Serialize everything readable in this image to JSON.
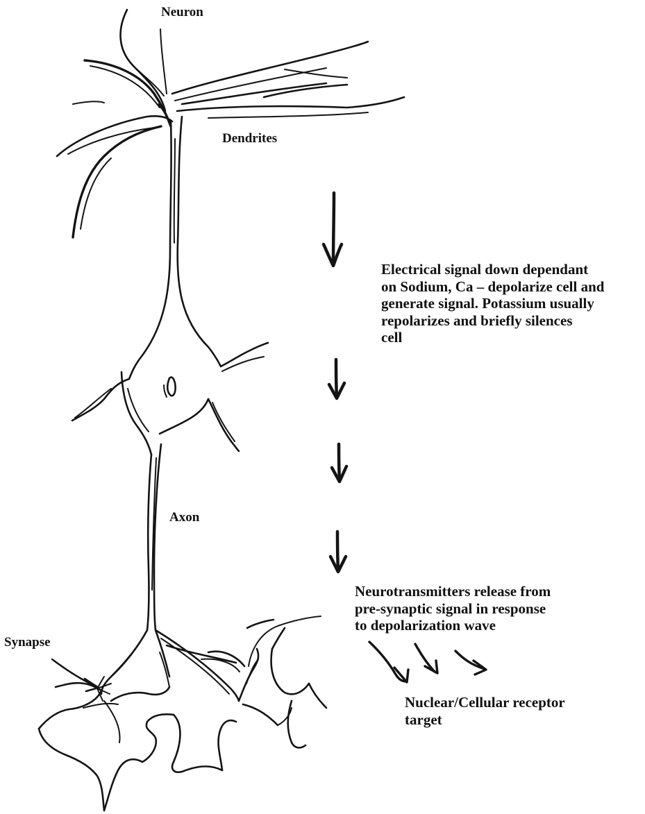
{
  "labels": {
    "neuron": "Neuron",
    "dendrites": "Dendrites",
    "electrical_signal": [
      "Electrical signal down dependant",
      "on Sodium, Ca – depolarize cell and",
      "generate signal.  Potassium usually",
      "repolarizes and briefly silences",
      "cell"
    ],
    "axon": "Axon",
    "neurotransmitters": [
      "Neurotransmitters release from",
      "pre-synaptic signal in response",
      "to depolarization wave"
    ],
    "synapse": "Synapse",
    "receptor_target": [
      "Nuclear/Cellular receptor",
      "target"
    ]
  },
  "style": {
    "ink_color": "#141414",
    "paper_color": "#ffffff"
  }
}
